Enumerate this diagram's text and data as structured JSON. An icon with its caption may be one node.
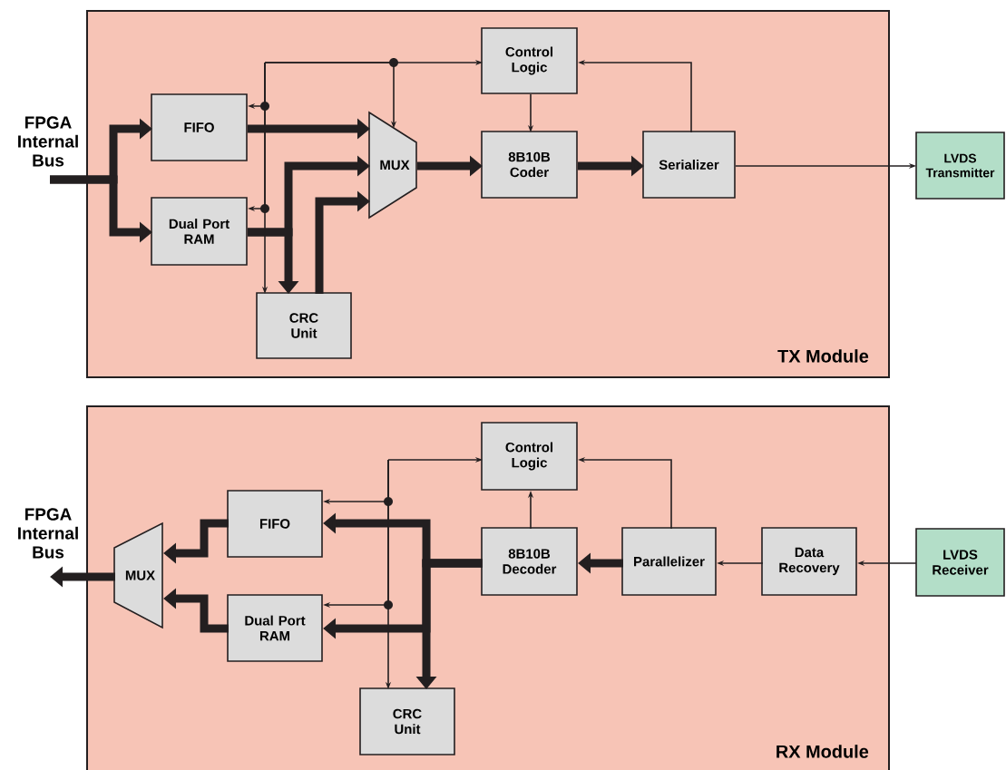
{
  "diagram": {
    "nodes": [
      {
        "text": [
          "TX Module"
        ]
      },
      {
        "text": [
          "FPGA Internal Bus"
        ]
      },
      {
        "text": [
          "FIFO"
        ],
        "in": 0
      },
      {
        "text": [
          "Dual Port RAM"
        ],
        "in": 0
      },
      {
        "text": [
          "CRC Unit"
        ],
        "in": 0
      },
      {
        "text": [
          "MUX"
        ],
        "in": 0
      },
      {
        "text": [
          "Control Logic"
        ],
        "in": 0
      },
      {
        "text": [
          "8B10B Coder"
        ],
        "in": 0
      },
      {
        "text": [
          "Serializer"
        ],
        "in": 0
      },
      {
        "text": [
          "LVDS Transmitter"
        ]
      },
      {
        "text": [
          "RX Module"
        ]
      },
      {
        "text": [
          "FPGA Internal Bus"
        ]
      },
      {
        "text": [
          "MUX"
        ],
        "in": 10
      },
      {
        "text": [
          "FIFO"
        ],
        "in": 10
      },
      {
        "text": [
          "Dual Port RAM"
        ],
        "in": 10
      },
      {
        "text": [
          "CRC Unit"
        ],
        "in": 10
      },
      {
        "text": [
          "Control Logic"
        ],
        "in": 10
      },
      {
        "text": [
          "8B10B Decoder"
        ],
        "in": 10
      },
      {
        "text": [
          "Parallelizer"
        ],
        "in": 10
      },
      {
        "text": [
          "Data Recovery"
        ],
        "in": 10
      },
      {
        "text": [
          "LVDS Receiver"
        ]
      }
    ],
    "edges": [
      {
        "from": 1,
        "to": 2,
        "arrow": "to",
        "style": "thick"
      },
      {
        "from": 1,
        "to": 3,
        "arrow": "to",
        "style": "thick"
      },
      {
        "from": 2,
        "to": 5,
        "arrow": "to",
        "style": "thick"
      },
      {
        "from": 3,
        "to": 5,
        "arrow": "to",
        "style": "thick"
      },
      {
        "from": 3,
        "to": 4,
        "arrow": "to",
        "style": "thick"
      },
      {
        "from": 4,
        "to": 5,
        "arrow": "to",
        "style": "thick"
      },
      {
        "from": 5,
        "to": 7,
        "arrow": "to",
        "style": "thick"
      },
      {
        "from": 7,
        "to": 8,
        "arrow": "to",
        "style": "thick"
      },
      {
        "from": 8,
        "to": 9,
        "arrow": "to"
      },
      {
        "from": 8,
        "to": 6,
        "arrow": "to"
      },
      {
        "from": 6,
        "to": 7,
        "arrow": "to"
      },
      {
        "from": null,
        "to": 6,
        "arrow": "to"
      },
      {
        "from": null,
        "to": 5,
        "arrow": "to"
      },
      {
        "from": null,
        "to": 2,
        "arrow": "to"
      },
      {
        "from": null,
        "to": 3,
        "arrow": "to"
      },
      {
        "from": null,
        "to": 4,
        "arrow": "to"
      },
      {
        "from": 20,
        "to": 19,
        "arrow": "to"
      },
      {
        "from": 19,
        "to": 18,
        "arrow": "to"
      },
      {
        "from": 18,
        "to": 17,
        "arrow": "to",
        "style": "thick"
      },
      {
        "from": 17,
        "to": 16,
        "arrow": "to"
      },
      {
        "from": 18,
        "to": 16,
        "arrow": "to"
      },
      {
        "from": 17,
        "to": 13,
        "arrow": "to",
        "style": "thick"
      },
      {
        "from": 17,
        "to": 14,
        "arrow": "to",
        "style": "thick"
      },
      {
        "from": 17,
        "to": 15,
        "arrow": "to",
        "style": "thick"
      },
      {
        "from": 13,
        "to": 12,
        "arrow": "to",
        "style": "thick"
      },
      {
        "from": 14,
        "to": 12,
        "arrow": "to",
        "style": "thick"
      },
      {
        "from": 12,
        "to": 11,
        "arrow": "to",
        "style": "thick"
      },
      {
        "from": null,
        "to": 16,
        "arrow": "to"
      },
      {
        "from": null,
        "to": 13,
        "arrow": "to"
      },
      {
        "from": null,
        "to": 14,
        "arrow": "to"
      },
      {
        "from": null,
        "to": 15,
        "arrow": "to"
      }
    ]
  }
}
